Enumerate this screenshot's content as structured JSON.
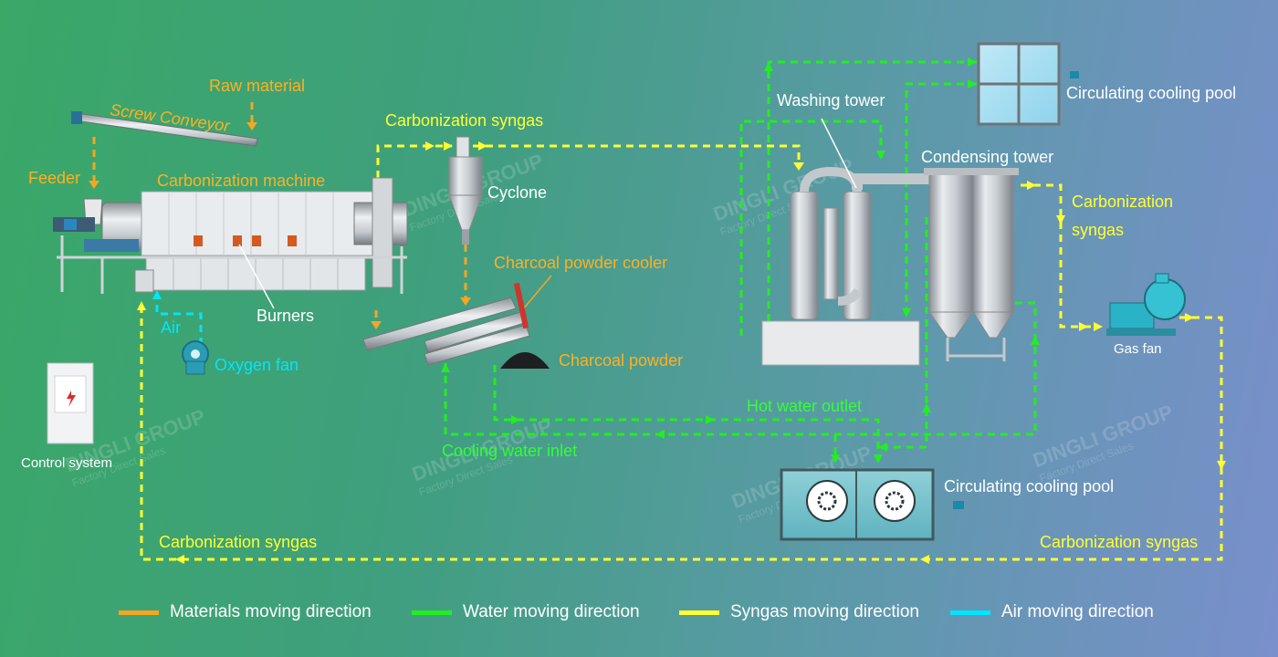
{
  "labels": {
    "raw_material": "Raw material",
    "screw_conveyor": "Screw Conveyor",
    "feeder": "Feeder",
    "carbonization_machine": "Carbonization machine",
    "burners": "Burners",
    "air": "Air",
    "oxygen_fan": "Oxygen fan",
    "control_system": "Control system",
    "syngas_top": "Carbonization syngas",
    "cyclone": "Cyclone",
    "charcoal_powder_cooler": "Charcoal powder cooler",
    "charcoal_powder": "Charcoal powder",
    "washing_tower": "Washing tower",
    "condensing_tower": "Condensing tower",
    "cooling_pool_top": "Circulating cooling pool",
    "syngas_right_1": "Carbonization",
    "syngas_right_2": "syngas",
    "gas_fan": "Gas fan",
    "hot_water_outlet": "Hot water outlet",
    "cooling_water_inlet": "Cooling water inlet",
    "cooling_pool_bottom": "Circulating cooling pool",
    "syngas_bottom_left": "Carbonization syngas",
    "syngas_bottom_right": "Carbonization syngas"
  },
  "watermark": {
    "brand": "DINGLI GROUP",
    "tagline": "Factory Direct Sales"
  },
  "legend": [
    {
      "label": "Materials moving direction",
      "color": "#f5a623"
    },
    {
      "label": "Water moving direction",
      "color": "#22ee22"
    },
    {
      "label": "Syngas moving direction",
      "color": "#ffff33"
    },
    {
      "label": "Air moving direction",
      "color": "#00e5ff"
    }
  ],
  "colors": {
    "materials": "#f5a623",
    "water": "#22ee22",
    "syngas": "#ffff33",
    "air": "#00e5ff",
    "orange_text": "#ffb020",
    "yellow_text": "#ffff33",
    "green_text": "#33ff33",
    "cyan_text": "#00e5ff",
    "white_text": "#ffffff"
  }
}
